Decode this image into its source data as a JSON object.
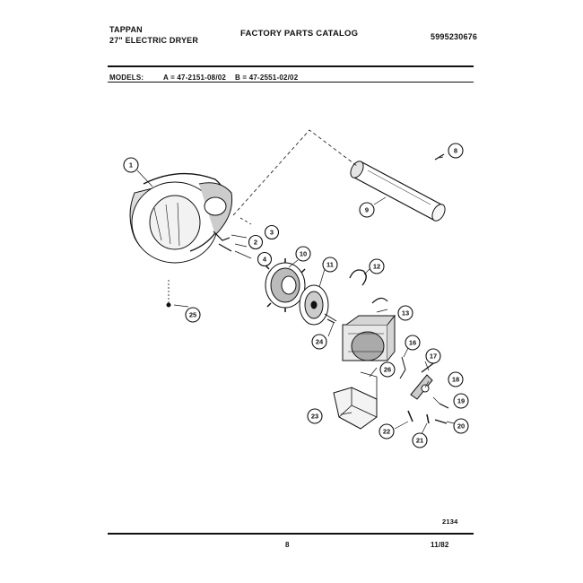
{
  "header": {
    "brand": "TAPPAN",
    "product": "27\" ELECTRIC DRYER",
    "catalog_title": "FACTORY PARTS CATALOG",
    "part_number": "5995230676"
  },
  "models": {
    "label": "MODELS:",
    "model_a": "A = 47-2151-08/02",
    "model_b": "B = 47-2551-02/02"
  },
  "diagram": {
    "callouts": [
      "1",
      "2",
      "3",
      "4",
      "8",
      "9",
      "10",
      "11",
      "12",
      "13",
      "16",
      "17",
      "18",
      "19",
      "20",
      "21",
      "22",
      "23",
      "24",
      "25",
      "26"
    ]
  },
  "footer": {
    "diagram_code": "2134",
    "page_number": "8",
    "date": "11/82"
  },
  "colors": {
    "ink": "#111111",
    "paper": "#ffffff"
  }
}
